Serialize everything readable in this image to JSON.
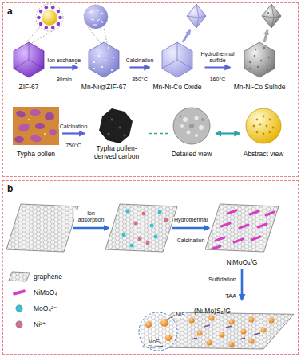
{
  "diagram": {
    "nodes": [
      {
        "text": [
          "a"
        ]
      },
      {
        "text": [
          "ZIF-67"
        ],
        "in": 0
      },
      {
        "text": [
          "Mn-Ni@ZIF-67"
        ],
        "in": 0
      },
      {
        "text": [
          "Mn-Ni-Co Oxide"
        ],
        "in": 0
      },
      {
        "text": [
          "Mn-Ni-Co Sulfide"
        ],
        "in": 0
      },
      {
        "text": [
          "Typha pollen"
        ],
        "in": 0
      },
      {
        "text": [
          "Typha pollen-derived carbon"
        ],
        "in": 0
      },
      {
        "text": [
          "Detailed view"
        ],
        "in": 0
      },
      {
        "text": [
          "Abstract view"
        ],
        "in": 0
      },
      {
        "text": [
          "b"
        ]
      },
      {
        "text": [
          "NiMoO₄/G"
        ],
        "in": 9
      },
      {
        "text": [
          "(Ni,Mo)S₂/G"
        ],
        "in": 9
      }
    ],
    "edges": [
      {
        "from": 1,
        "to": 2,
        "arrow": "to",
        "label": "Ion exchange"
      },
      {
        "from": 2,
        "to": 3,
        "arrow": "to",
        "label": "Calcination"
      },
      {
        "from": 3,
        "to": 4,
        "arrow": "to",
        "label": "Hydrothermal sulfide"
      },
      {
        "from": 5,
        "to": 6,
        "arrow": "to",
        "label": "Calcination"
      },
      {
        "from": 6,
        "to": 7,
        "arrow": "none"
      },
      {
        "from": 7,
        "to": 8,
        "arrow": "both"
      },
      {
        "from": 10,
        "to": 11,
        "arrow": "to",
        "label": "Sulfidation"
      }
    ],
    "labels": [
      "30min",
      "350°C",
      "160°C",
      "750°C",
      "Ion adsorption",
      "Hydrothermal",
      "Calcination",
      "TAA",
      "NiS",
      "MoS₂"
    ],
    "legend": [
      {
        "text": "graphene"
      },
      {
        "text": "NiMoO₄",
        "color": "#d43fc4"
      },
      {
        "text": "MoO₄²⁻",
        "color": "#35c4d4"
      },
      {
        "text": "Ni²⁺",
        "color": "#d4708f"
      }
    ]
  }
}
